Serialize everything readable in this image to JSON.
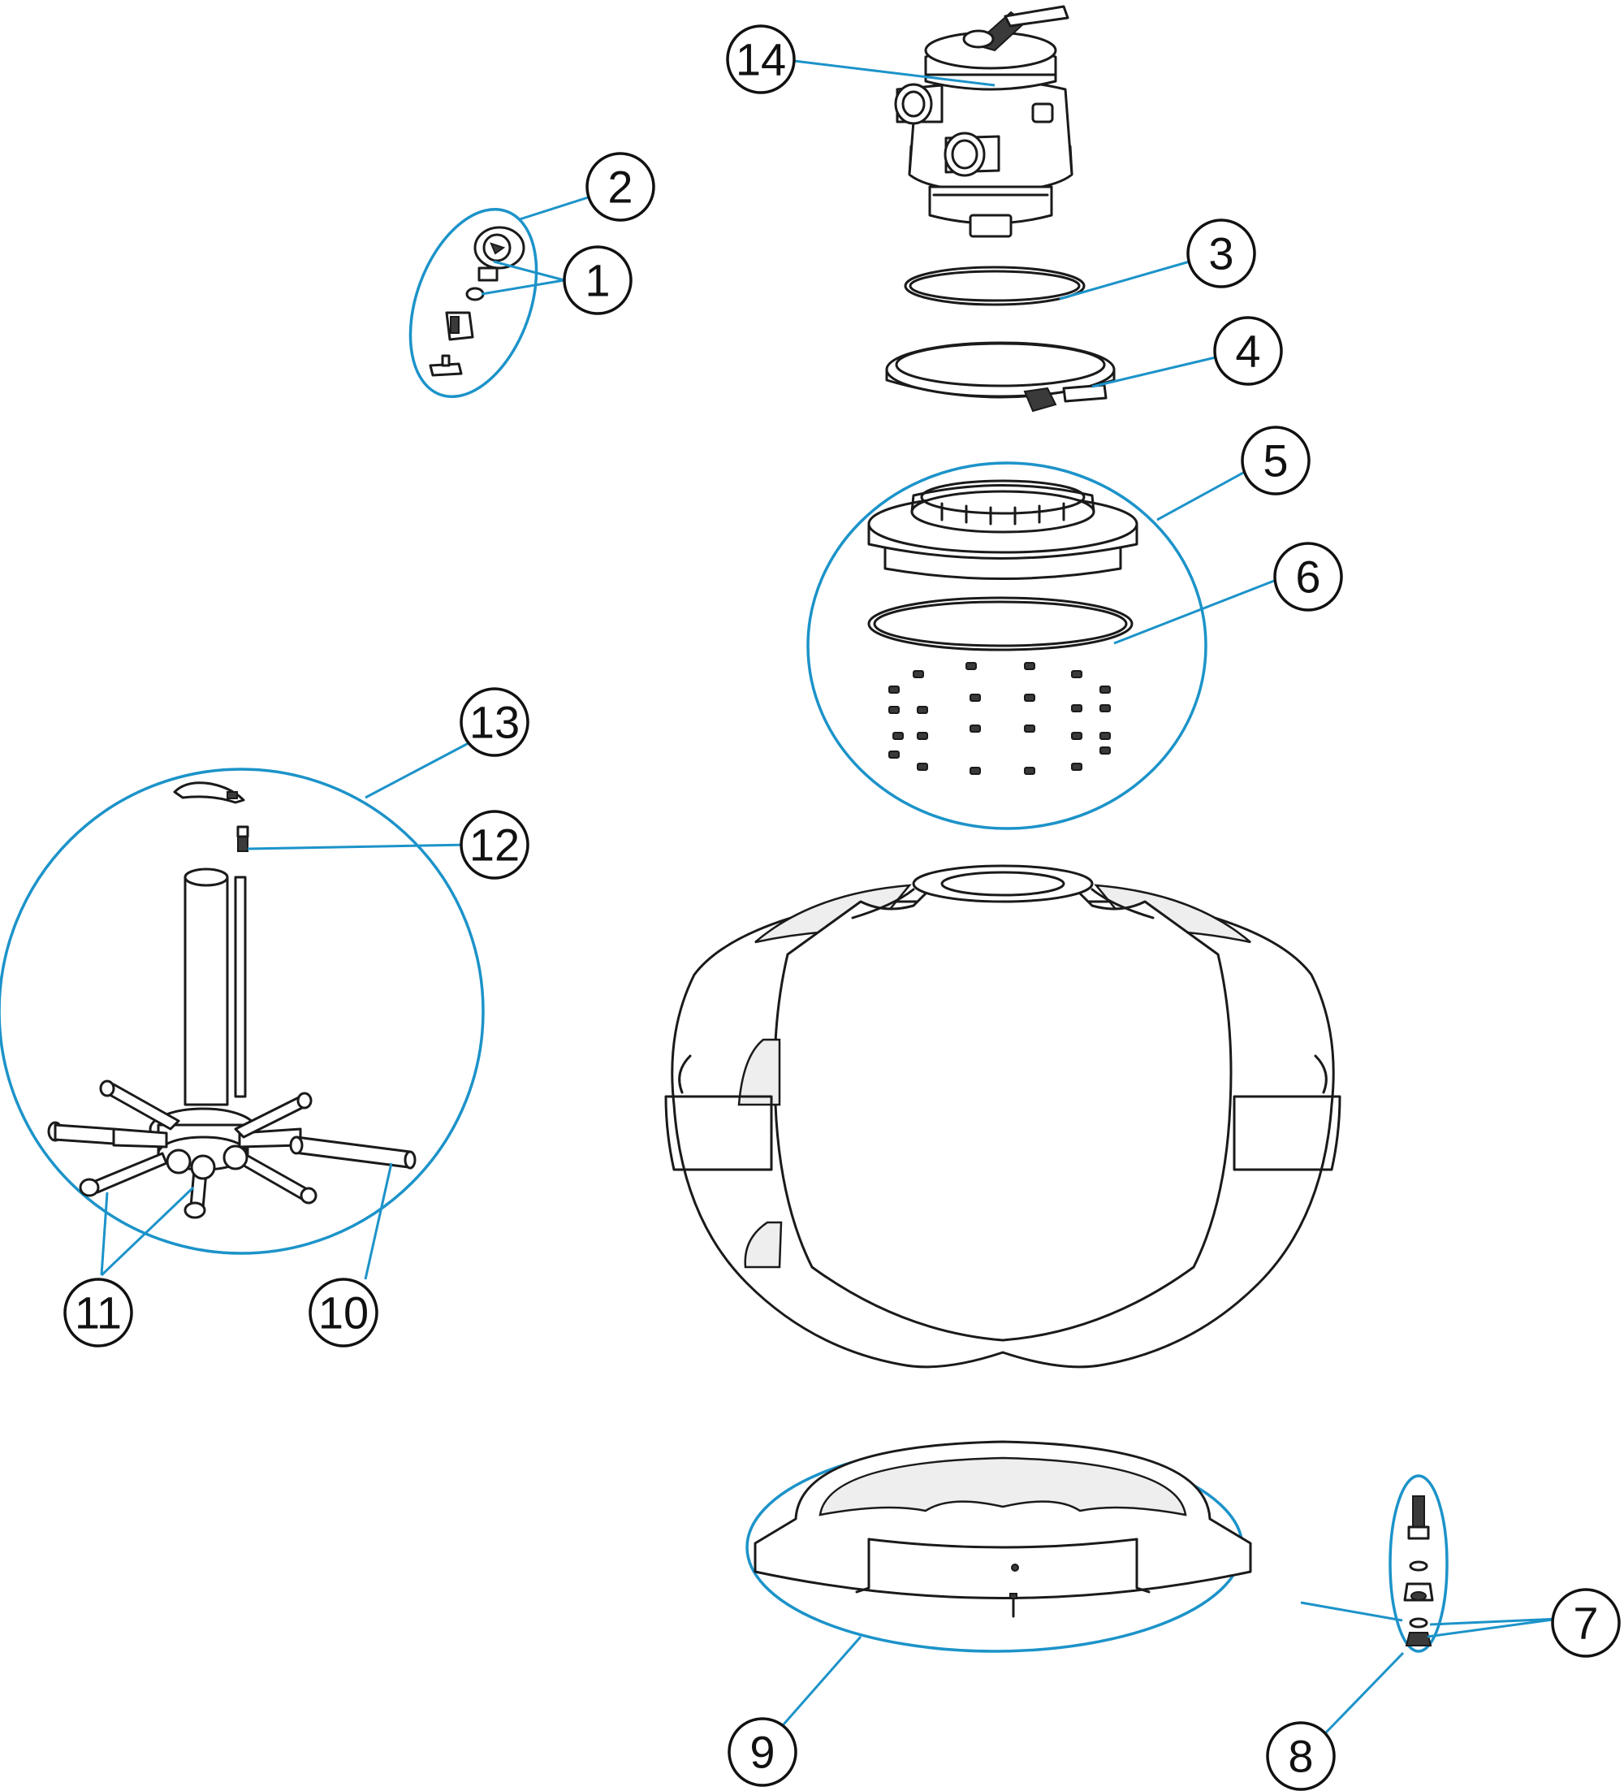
{
  "callouts": [
    {
      "id": "c1",
      "label": "1"
    },
    {
      "id": "c2",
      "label": "2"
    },
    {
      "id": "c3",
      "label": "3"
    },
    {
      "id": "c4",
      "label": "4"
    },
    {
      "id": "c5",
      "label": "5"
    },
    {
      "id": "c6",
      "label": "6"
    },
    {
      "id": "c7",
      "label": "7"
    },
    {
      "id": "c8",
      "label": "8"
    },
    {
      "id": "c9",
      "label": "9"
    },
    {
      "id": "c10",
      "label": "10"
    },
    {
      "id": "c11",
      "label": "11"
    },
    {
      "id": "c12",
      "label": "12"
    },
    {
      "id": "c13",
      "label": "13"
    },
    {
      "id": "c14",
      "label": "14"
    }
  ],
  "colors": {
    "leader": "#1c93c9",
    "outline": "#1a1a1a",
    "background": "#ffffff"
  }
}
